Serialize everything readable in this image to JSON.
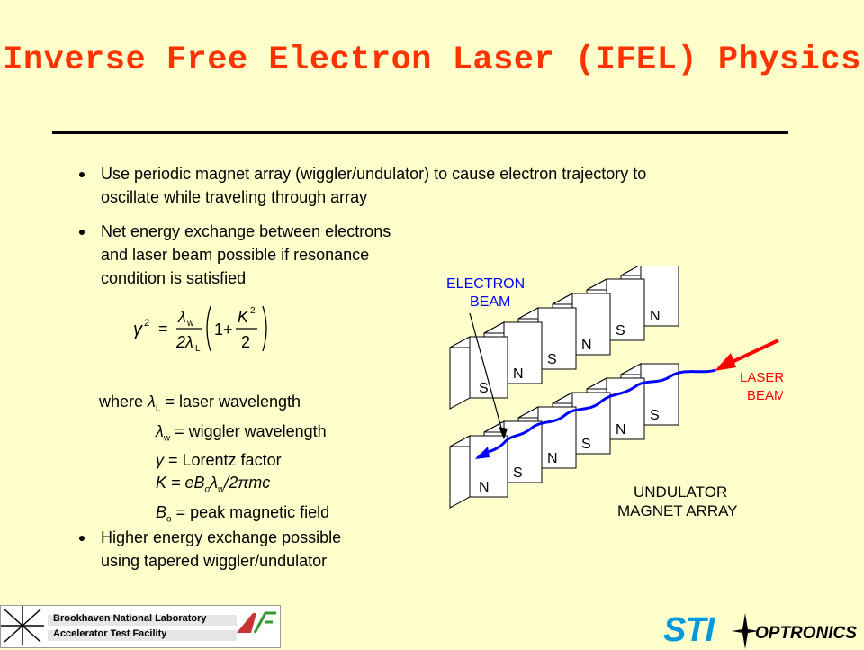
{
  "title": "Inverse Free Electron Laser (IFEL) Physics",
  "bullets": [
    {
      "lines": [
        "Use periodic magnet array (wiggler/undulator) to cause electron trajectory to",
        "oscillate while traveling through array"
      ]
    },
    {
      "lines": [
        "Net energy exchange between electrons",
        "and laser beam possible if resonance",
        "condition is satisfied"
      ]
    },
    {
      "lines": [
        "Higher energy exchange possible",
        "using tapered wiggler/undulator"
      ]
    }
  ],
  "equation": {
    "lhs": "γ",
    "lhs_sup": "2",
    "eq": "=",
    "num": "λ",
    "num_sub": "w",
    "den": "2λ",
    "den_sub": "L",
    "paren_one": "1+",
    "k_num": "K",
    "k_sup": "2",
    "k_den": "2"
  },
  "definitions": {
    "where": "where",
    "lambdaL": "λ",
    "lambdaL_sub": "L",
    "lambdaL_text": " = laser wavelength",
    "lambdaW": "λ",
    "lambdaW_sub": "w",
    "lambdaW_text": " = wiggler wavelength",
    "gamma": "γ",
    "gamma_text": " = Lorentz factor",
    "K_text": "K = eB",
    "K_sub_o": "o",
    "K_lambda": "λ",
    "K_sub_w": "w",
    "K_rest": "/2πmc",
    "B": "B",
    "B_sub": "o",
    "B_text": " = peak magnetic field"
  },
  "diagram": {
    "electron_beam_label": [
      "ELECTRON",
      "BEAM"
    ],
    "laser_beam_label": [
      "LASER",
      "BEAM"
    ],
    "undulator_label": [
      "UNDULATOR",
      "MAGNET ARRAY"
    ],
    "top_labels": [
      "S",
      "N",
      "S",
      "N",
      "S",
      "N"
    ],
    "bottom_labels": [
      "N",
      "S",
      "N",
      "S",
      "N",
      "S"
    ],
    "electron_color": "#0000ff",
    "laser_color": "#ff0000"
  },
  "footer": {
    "lab_line1": "Brookhaven National Laboratory",
    "lab_line2": "Accelerator Test Facility",
    "company_a": "STI",
    "company_b": "OPTRONICS"
  },
  "colors": {
    "background": "#ffffcc",
    "title": "#ff3300",
    "company": "#0099dd"
  }
}
